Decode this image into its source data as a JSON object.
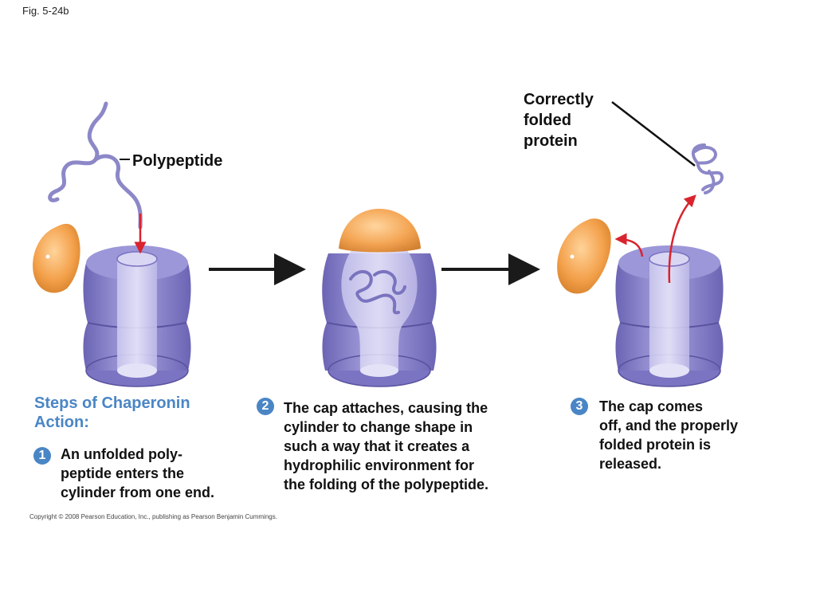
{
  "figure_label": "Fig. 5-24b",
  "labels": {
    "polypeptide": "Polypeptide",
    "correctly_folded": "Correctly\nfolded\nprotein"
  },
  "steps": {
    "heading": "Steps of Chaperonin Action:",
    "items": [
      {
        "number": "1",
        "text": "An unfolded poly-\npeptide enters the\ncylinder from one end."
      },
      {
        "number": "2",
        "text": "The cap attaches, causing the\ncylinder to change shape in\nsuch a way that it creates a\nhydrophilic environment for\nthe folding of the polypeptide."
      },
      {
        "number": "3",
        "text": "The cap comes\noff, and the properly\nfolded protein is\nreleased."
      }
    ]
  },
  "copyright": "Copyright © 2008 Pearson Education, Inc., publishing as Pearson Benjamin Cummings.",
  "colors": {
    "cylinder": "#8a84cf",
    "cylinder_dark": "#6f68b8",
    "cap": "#f3a04a",
    "accent_blue": "#4a86c5",
    "arrow_red": "#d9232e",
    "polypeptide": "#8c88c8"
  }
}
